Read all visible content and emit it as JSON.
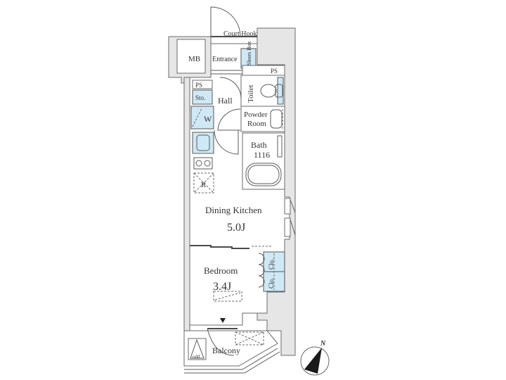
{
  "floorplan": {
    "rooms": {
      "mb": "MB",
      "court_hook": "Court Hook",
      "entrance": "Entrance",
      "shoes_box": "Shoes Box",
      "ps_top": "PS",
      "ps_left": "PS",
      "toilet": "Toilet",
      "storage": "Sto.",
      "hall": "Hall",
      "washer": "W",
      "powder_room_line1": "Powder",
      "powder_room_line2": "Room",
      "bath": "Bath",
      "bath_size": "1116",
      "refrigerator": "R",
      "dining_kitchen": "Dining Kitchen",
      "dining_kitchen_size": "5.0J",
      "bedroom": "Bedroom",
      "bedroom_size": "3.4J",
      "closet_1": "Clo.",
      "closet_2": "Clo.",
      "balcony": "Balcony",
      "odd": "odd"
    },
    "compass": {
      "label": "N"
    },
    "colors": {
      "wall": "#e6e6e6",
      "line": "#5a5a5a",
      "storage_blue": "#cfe8f5"
    }
  }
}
